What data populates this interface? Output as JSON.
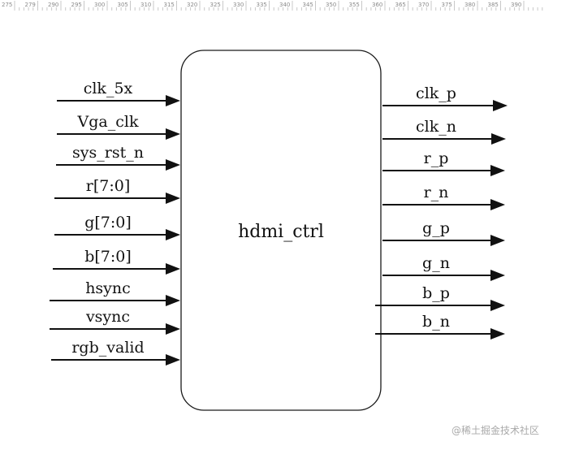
{
  "ruler": {
    "labels": [
      "275",
      "279",
      "290",
      "295",
      "300",
      "305",
      "310",
      "315",
      "320",
      "325",
      "330",
      "335",
      "340",
      "345",
      "350",
      "355",
      "360",
      "365",
      "370",
      "375",
      "380",
      "385",
      "390"
    ]
  },
  "module": {
    "name": "hdmi_ctrl"
  },
  "inputs": [
    "clk_5x",
    "Vga_clk",
    "sys_rst_n",
    "r[7:0]",
    "g[7:0]",
    "b[7:0]",
    "hsync",
    "vsync",
    "rgb_valid"
  ],
  "outputs": [
    "clk_p",
    "clk_n",
    "r_p",
    "r_n",
    "g_p",
    "g_n",
    "b_p",
    "b_n"
  ],
  "watermark": "@稀土掘金技术社区",
  "colors": {
    "stroke": "#111111",
    "ruler_text": "#8a8a8a",
    "watermark": "#a9a9a9"
  }
}
